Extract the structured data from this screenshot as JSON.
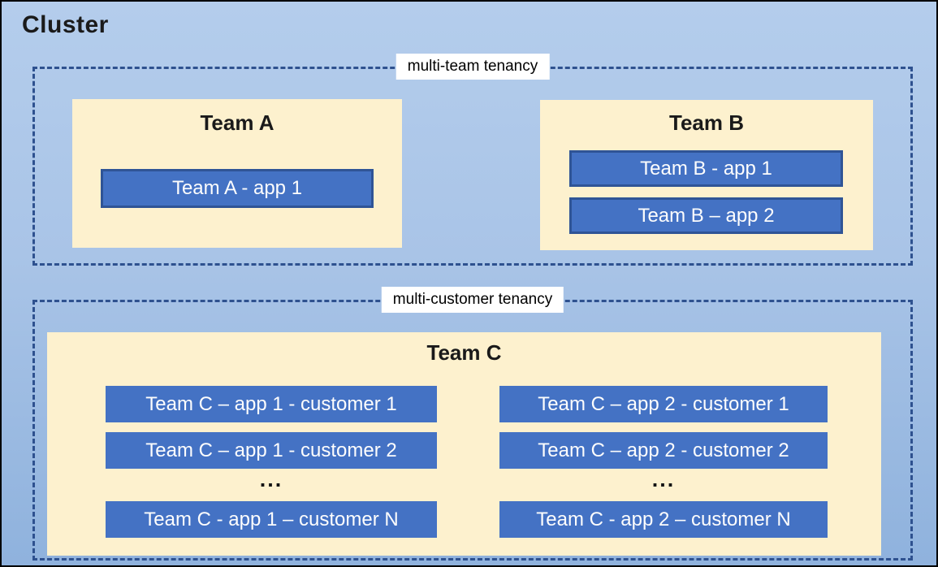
{
  "cluster_title": "Cluster",
  "sections": {
    "multi_team": {
      "label": "multi-team tenancy",
      "team_a": {
        "title": "Team A",
        "apps": [
          "Team A - app 1"
        ]
      },
      "team_b": {
        "title": "Team B",
        "apps": [
          "Team B - app 1",
          "Team B – app 2"
        ]
      }
    },
    "multi_customer": {
      "label": "multi-customer tenancy",
      "team_c": {
        "title": "Team C",
        "col1": {
          "rows": [
            "Team C – app 1 - customer 1",
            "Team C – app 1 - customer 2"
          ],
          "ellipsis": "...",
          "last_row": "Team C - app 1 – customer N"
        },
        "col2": {
          "rows": [
            "Team C – app 2 - customer 1",
            "Team C – app 2 - customer 2"
          ],
          "ellipsis": "...",
          "last_row": "Team C - app 2 – customer N"
        }
      }
    }
  },
  "colors": {
    "background_top": "#b4cdec",
    "background_bottom": "#8fb2dd",
    "panel_fill": "#fdf1ce",
    "app_fill": "#4472c4",
    "app_border": "#2f5496",
    "dashed_border": "#2e518f",
    "label_background": "#ffffff",
    "title_text": "#1a1a1a",
    "app_text": "#fdfdfd"
  }
}
